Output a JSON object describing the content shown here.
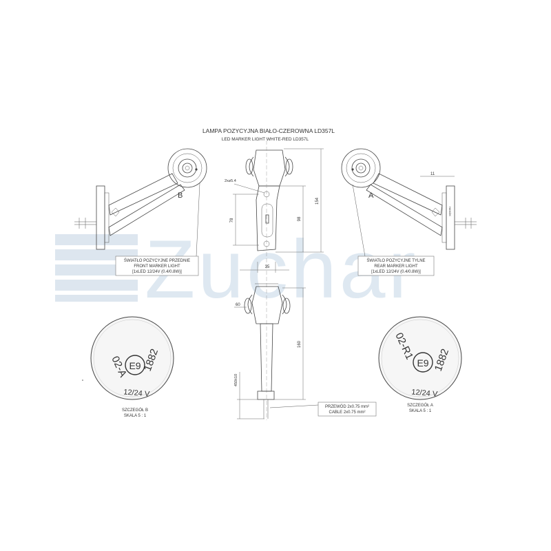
{
  "title_pl": "LAMPA POZYCYJNA BIAŁO-CZEROWNA LD357L",
  "title_en": "LED MARKER LIGHT WHITE-RED LD357L",
  "watermark": "Zuchar",
  "front_lamp": {
    "letter": "B",
    "label_pl": "ŚWIATŁO POZYCYJNE PRZEDNIE",
    "label_en": "FRONT MARKER LIGHT",
    "label_spec": "[1xLED 12/24V (0.4/0.8W)]"
  },
  "rear_lamp": {
    "letter": "A",
    "label_pl": "ŚWIATŁO POZYCYJNE TYLNE",
    "label_en": "REAR MARKER LIGHT",
    "label_spec": "[1xLED 12/24V (0.4/0.8W)]"
  },
  "dimensions": {
    "hole": "2x⌀5.4",
    "d78": "78",
    "d98": "98",
    "d154": "154",
    "d35": "35",
    "d60": "60",
    "d160": "160",
    "d450": "450±10",
    "d11": "11"
  },
  "cable": {
    "pl": "PRZEWÓD 2x0.75 mm²",
    "en": "CABLE 2x0.75 mm²"
  },
  "detail_b": {
    "code": "02-A",
    "approval": "E9",
    "number": "1882",
    "voltage": "12/24 V",
    "title": "SZCZEGÓŁ B",
    "scale": "SKALA 5 : 1"
  },
  "detail_a": {
    "code": "02-R1",
    "approval": "E9",
    "number": "1882",
    "voltage": "12/24 V",
    "title": "SZCZEGÓŁ A",
    "scale": "SKALA 5 : 1"
  }
}
